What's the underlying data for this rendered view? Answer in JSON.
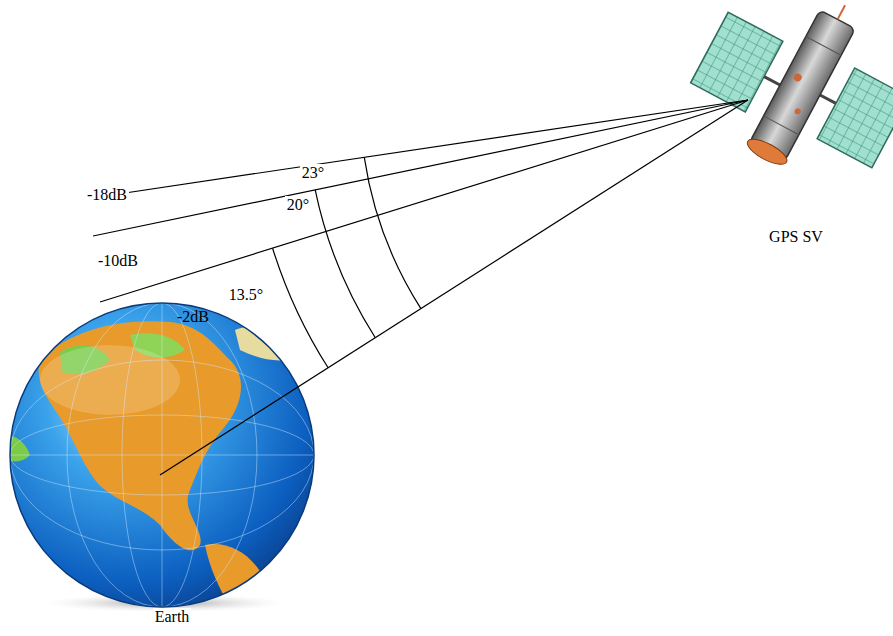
{
  "diagram": {
    "labels": [
      "23°",
      "-18dB",
      "20°",
      "-10dB",
      "13.5°",
      "-2dB",
      "GPS SV",
      "Earth"
    ]
  }
}
